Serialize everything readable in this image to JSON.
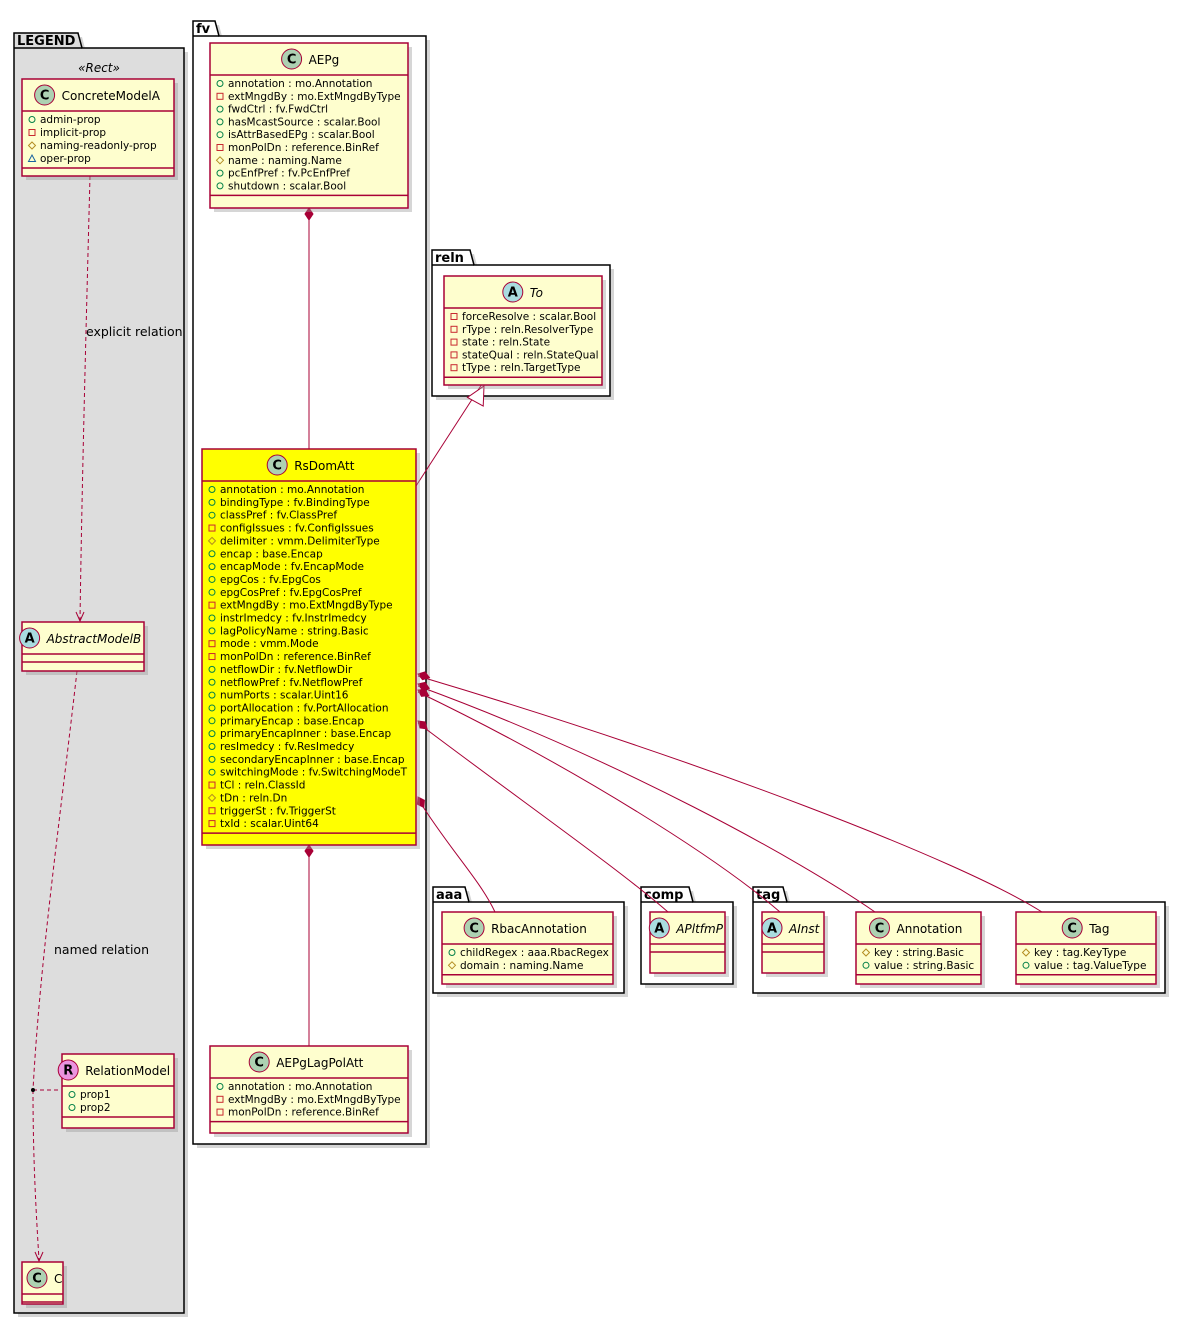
{
  "colors": {
    "class_fill": "#FEFECE",
    "class_border": "#A80036",
    "highlight_fill": "#FFFF00",
    "package_border": "#000000",
    "legend_fill": "#DDDDDD",
    "circle_class": "#ADD1B2",
    "circle_abstract": "#A9DCDF",
    "circle_relation": "#EB93DF"
  },
  "packages": {
    "legend": {
      "title": "LEGEND",
      "stereotype": "«Rect»"
    },
    "fv": {
      "title": "fv"
    },
    "reln": {
      "title": "reln"
    },
    "aaa": {
      "title": "aaa"
    },
    "comp": {
      "title": "comp"
    },
    "tag": {
      "title": "tag"
    }
  },
  "legend": {
    "concrete": {
      "kind": "C",
      "name": "ConcreteModelA",
      "attrs": [
        {
          "vis": "public",
          "text": "admin-prop"
        },
        {
          "vis": "private",
          "text": "implicit-prop"
        },
        {
          "vis": "protected",
          "text": "naming-readonly-prop"
        },
        {
          "vis": "package",
          "text": "oper-prop"
        }
      ]
    },
    "abstract": {
      "kind": "A",
      "name": "AbstractModelB",
      "attrs": []
    },
    "relation": {
      "kind": "R",
      "name": "RelationModel",
      "attrs": [
        {
          "vis": "public",
          "text": "prop1"
        },
        {
          "vis": "public",
          "text": "prop2"
        }
      ]
    },
    "c": {
      "kind": "C",
      "name": "C",
      "attrs": []
    },
    "explicit_label": "explicit relation",
    "named_label": "named relation"
  },
  "classes": {
    "aepg": {
      "kind": "C",
      "name": "AEPg",
      "attrs": [
        {
          "vis": "public",
          "text": "annotation : mo.Annotation"
        },
        {
          "vis": "private",
          "text": "extMngdBy : mo.ExtMngdByType"
        },
        {
          "vis": "public",
          "text": "fwdCtrl : fv.FwdCtrl"
        },
        {
          "vis": "public",
          "text": "hasMcastSource : scalar.Bool"
        },
        {
          "vis": "public",
          "text": "isAttrBasedEPg : scalar.Bool"
        },
        {
          "vis": "private",
          "text": "monPolDn : reference.BinRef"
        },
        {
          "vis": "protected",
          "text": "name : naming.Name"
        },
        {
          "vis": "public",
          "text": "pcEnfPref : fv.PcEnfPref"
        },
        {
          "vis": "public",
          "text": "shutdown : scalar.Bool"
        }
      ]
    },
    "to": {
      "kind": "A",
      "name": "To",
      "attrs": [
        {
          "vis": "private",
          "text": "forceResolve : scalar.Bool"
        },
        {
          "vis": "private",
          "text": "rType : reln.ResolverType"
        },
        {
          "vis": "private",
          "text": "state : reln.State"
        },
        {
          "vis": "private",
          "text": "stateQual : reln.StateQual"
        },
        {
          "vis": "private",
          "text": "tType : reln.TargetType"
        }
      ]
    },
    "rsdomatt": {
      "kind": "C",
      "name": "RsDomAtt",
      "attrs": [
        {
          "vis": "public",
          "text": "annotation : mo.Annotation"
        },
        {
          "vis": "public",
          "text": "bindingType : fv.BindingType"
        },
        {
          "vis": "public",
          "text": "classPref : fv.ClassPref"
        },
        {
          "vis": "private",
          "text": "configIssues : fv.ConfigIssues"
        },
        {
          "vis": "protected",
          "text": "delimiter : vmm.DelimiterType"
        },
        {
          "vis": "public",
          "text": "encap : base.Encap"
        },
        {
          "vis": "public",
          "text": "encapMode : fv.EncapMode"
        },
        {
          "vis": "public",
          "text": "epgCos : fv.EpgCos"
        },
        {
          "vis": "public",
          "text": "epgCosPref : fv.EpgCosPref"
        },
        {
          "vis": "private",
          "text": "extMngdBy : mo.ExtMngdByType"
        },
        {
          "vis": "public",
          "text": "instrImedcy : fv.InstrImedcy"
        },
        {
          "vis": "public",
          "text": "lagPolicyName : string.Basic"
        },
        {
          "vis": "private",
          "text": "mode : vmm.Mode"
        },
        {
          "vis": "private",
          "text": "monPolDn : reference.BinRef"
        },
        {
          "vis": "public",
          "text": "netflowDir : fv.NetflowDir"
        },
        {
          "vis": "public",
          "text": "netflowPref : fv.NetflowPref"
        },
        {
          "vis": "public",
          "text": "numPorts : scalar.Uint16"
        },
        {
          "vis": "public",
          "text": "portAllocation : fv.PortAllocation"
        },
        {
          "vis": "public",
          "text": "primaryEncap : base.Encap"
        },
        {
          "vis": "public",
          "text": "primaryEncapInner : base.Encap"
        },
        {
          "vis": "public",
          "text": "resImedcy : fv.ResImedcy"
        },
        {
          "vis": "public",
          "text": "secondaryEncapInner : base.Encap"
        },
        {
          "vis": "public",
          "text": "switchingMode : fv.SwitchingModeT"
        },
        {
          "vis": "private",
          "text": "tCl : reln.ClassId"
        },
        {
          "vis": "protected",
          "text": "tDn : reln.Dn"
        },
        {
          "vis": "private",
          "text": "triggerSt : fv.TriggerSt"
        },
        {
          "vis": "private",
          "text": "txId : scalar.Uint64"
        }
      ]
    },
    "aepglagpolatt": {
      "kind": "C",
      "name": "AEPgLagPolAtt",
      "attrs": [
        {
          "vis": "public",
          "text": "annotation : mo.Annotation"
        },
        {
          "vis": "private",
          "text": "extMngdBy : mo.ExtMngdByType"
        },
        {
          "vis": "private",
          "text": "monPolDn : reference.BinRef"
        }
      ]
    },
    "rbacannotation": {
      "kind": "C",
      "name": "RbacAnnotation",
      "attrs": [
        {
          "vis": "public",
          "text": "childRegex : aaa.RbacRegex"
        },
        {
          "vis": "protected",
          "text": "domain : naming.Name"
        }
      ]
    },
    "apltfmp": {
      "kind": "A",
      "name": "APltfmP",
      "attrs": []
    },
    "ainst": {
      "kind": "A",
      "name": "AInst",
      "attrs": []
    },
    "annotation": {
      "kind": "C",
      "name": "Annotation",
      "attrs": [
        {
          "vis": "protected",
          "text": "key : string.Basic"
        },
        {
          "vis": "public",
          "text": "value : string.Basic"
        }
      ]
    },
    "tagcls": {
      "kind": "C",
      "name": "Tag",
      "attrs": [
        {
          "vis": "protected",
          "text": "key : tag.KeyType"
        },
        {
          "vis": "public",
          "text": "value : tag.ValueType"
        }
      ]
    }
  }
}
